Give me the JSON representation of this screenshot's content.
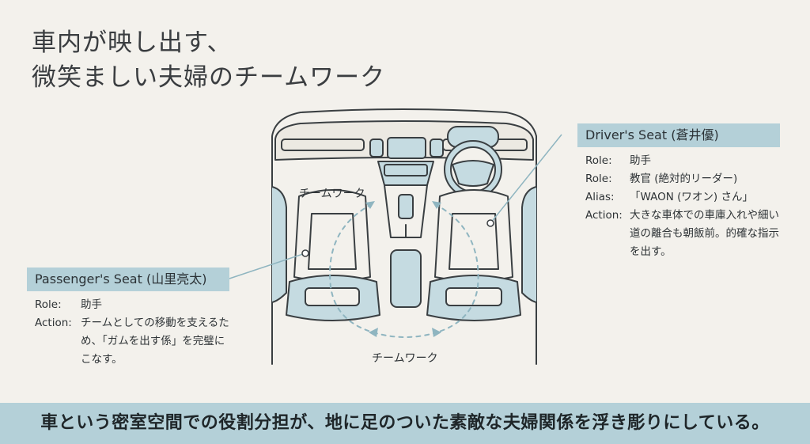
{
  "title": {
    "line1": "車内が映し出す、",
    "line2": "微笑ましい夫婦のチームワーク"
  },
  "driver": {
    "header": "Driver's Seat (蒼井優)",
    "rows": [
      {
        "key": "Role:",
        "value": "助手"
      },
      {
        "key": "Role:",
        "value": "教官 (絶対的リーダー)"
      },
      {
        "key": "Alias:",
        "value": "「WAON (ワオン) さん」"
      },
      {
        "key": "Action:",
        "value": "大きな車体での車庫入れや細い道の離合も朝飯前。的確な指示を出す。"
      }
    ]
  },
  "passenger": {
    "header": "Passenger's Seat (山里亮太)",
    "rows": [
      {
        "key": "Role:",
        "value": "助手"
      },
      {
        "key": "Action:",
        "value": "チームとしての移動を支えるため、「ガムを出す係」を完璧にこなす。"
      }
    ]
  },
  "teamwork_top": "チームワーク",
  "teamwork_bottom": "チームワーク",
  "footer": "車という密室空間での役割分担が、地に足のついた素敵な夫婦関係を浮き彫りにしている。",
  "colors": {
    "accent": "#b4d0d8",
    "seat_fill": "#c5dbe1",
    "line": "#3a3f42",
    "background": "#f3f1ec"
  }
}
